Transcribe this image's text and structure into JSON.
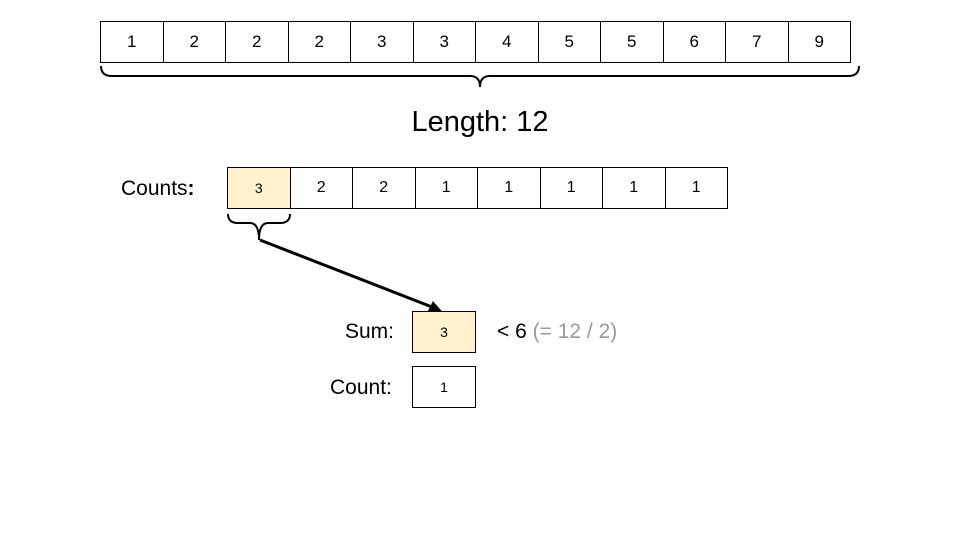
{
  "top_array": [
    "1",
    "2",
    "2",
    "2",
    "3",
    "3",
    "4",
    "5",
    "5",
    "6",
    "7",
    "9"
  ],
  "length_text": "Length: 12",
  "counts_label": "Counts",
  "counts_colon": ":",
  "counts": [
    "3",
    "2",
    "2",
    "1",
    "1",
    "1",
    "1",
    "1"
  ],
  "highlight_index": 0,
  "sum_label": "Sum:",
  "sum_value": "3",
  "compare": {
    "main": "< 6",
    "note": "(= 12 / 2)"
  },
  "count_label": "Count:",
  "count_value": "1",
  "colors": {
    "highlight": "#fff2cc",
    "muted_text": "#999999",
    "border": "#000000"
  }
}
